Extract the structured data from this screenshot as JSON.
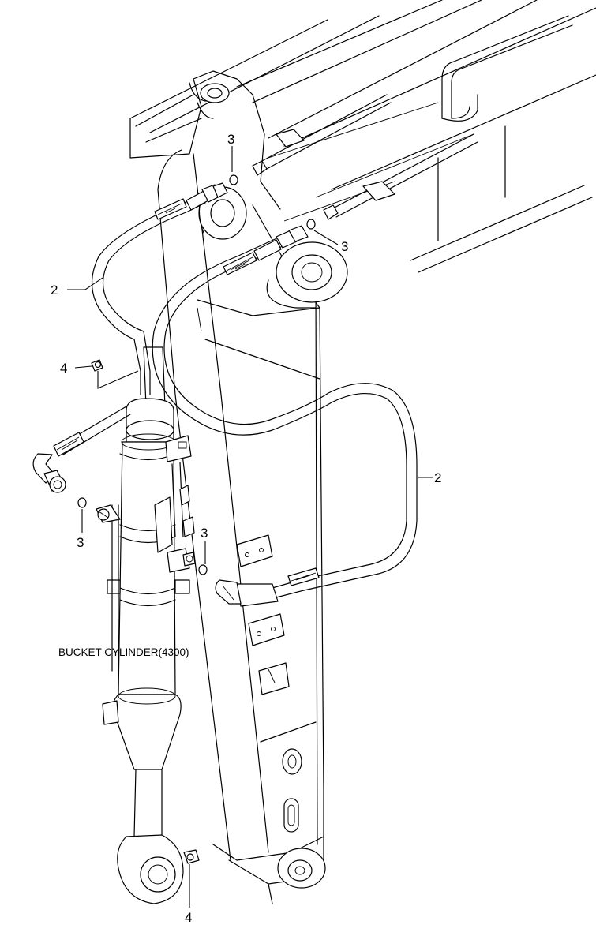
{
  "diagram": {
    "callouts": [
      {
        "id": "c1",
        "label": "3"
      },
      {
        "id": "c2",
        "label": "3"
      },
      {
        "id": "c3",
        "label": "2"
      },
      {
        "id": "c4",
        "label": "4"
      },
      {
        "id": "c5",
        "label": "2"
      },
      {
        "id": "c6",
        "label": "3"
      },
      {
        "id": "c7",
        "label": "3"
      },
      {
        "id": "c8",
        "label": "4"
      }
    ],
    "caption": "BUCKET CYLINDER(4300)"
  }
}
